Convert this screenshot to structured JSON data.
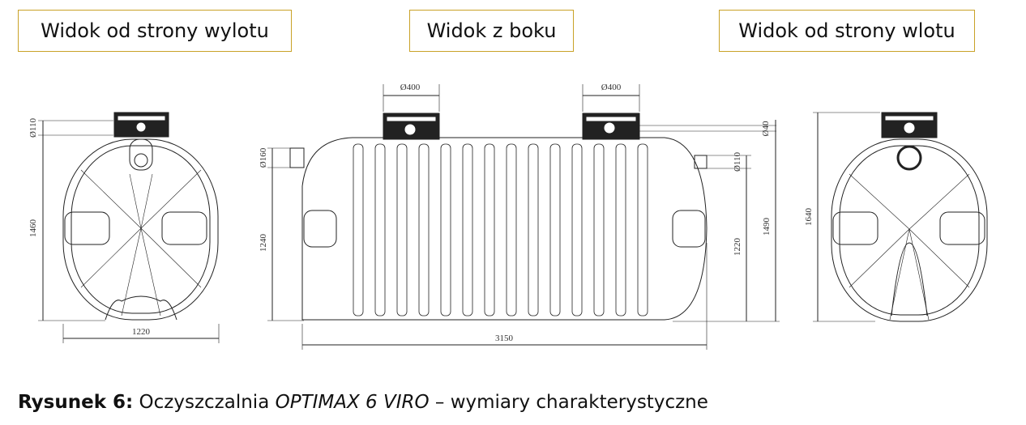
{
  "labels": {
    "outlet_view": "Widok od strony wylotu",
    "side_view": "Widok z boku",
    "inlet_view": "Widok od strony wlotu"
  },
  "dimensions": {
    "left": {
      "pipe": "Ø110",
      "height": "1460",
      "width": "1220"
    },
    "side": {
      "lid1": "Ø400",
      "lid2": "Ø400",
      "inlet_pipe": "Ø160",
      "inlet_height": "1240",
      "length": "3150",
      "vent_pipe": "Ø40",
      "outlet_pipe": "Ø110",
      "outlet_height": "1220",
      "total_height": "1490"
    },
    "right": {
      "height": "1640"
    }
  },
  "caption": {
    "label": "Rysunek 6:",
    "text_before": " Oczyszczalnia ",
    "product": "OPTIMAX 6 VIRO",
    "text_after": "  – wymiary charakterystyczne"
  },
  "colors": {
    "box_border": "#c9a227"
  }
}
